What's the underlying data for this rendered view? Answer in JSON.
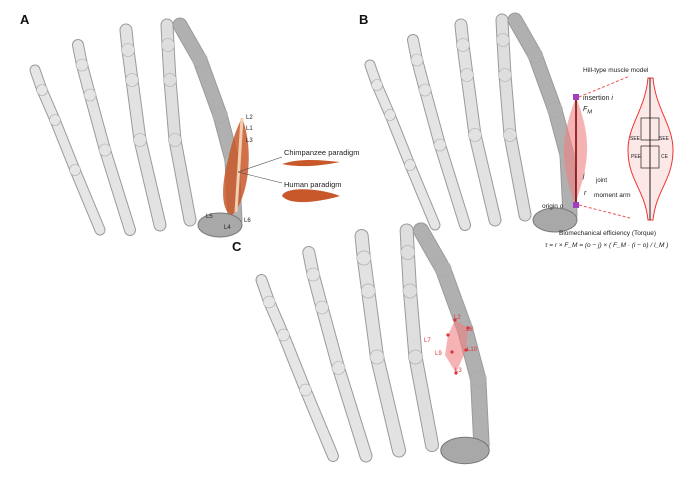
{
  "panels": {
    "a": "A",
    "b": "B",
    "c": "C"
  },
  "panel_a": {
    "landmarks": [
      "L1",
      "L2",
      "L3",
      "L4",
      "L5",
      "L6"
    ],
    "chimpanzee_label": "Chimpanzee paradigm",
    "human_label": "Human paradigm",
    "muscle_color": "#c8582a"
  },
  "panel_b": {
    "insertion": "insertion",
    "insertion_vec": "i",
    "force": "F",
    "force_sub": "M",
    "joint": "joint",
    "joint_vec": "j",
    "moment_arm_vec": "r",
    "moment_arm": "moment arm",
    "origin": "origin",
    "origin_vec": "o",
    "model_title": "Hill-type muscle model",
    "see_left": "SEE",
    "see_right": "SEE",
    "pee": "PEE",
    "ce": "CE",
    "efficiency_title": "Biomechanical efficiency (Torque)",
    "equation": "τ = r × F_M = (o − j) × ( F_M · (i − o) / l_M )",
    "muscle_color": "#f08080"
  },
  "panel_c": {
    "landmarks": [
      "L2",
      "L8",
      "L7",
      "L10",
      "L9",
      "L3"
    ],
    "landmark_color": "#e0303a"
  }
}
